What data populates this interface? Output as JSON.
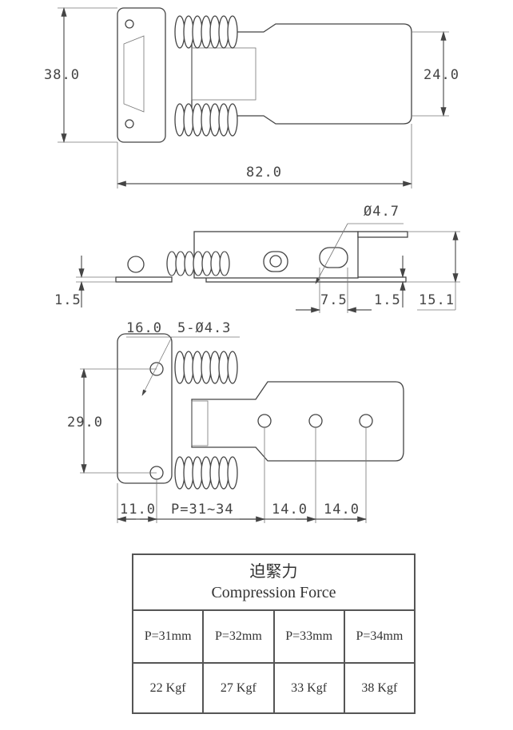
{
  "top_view": {
    "height_dim": "38.0",
    "slot_dim": "24.0",
    "length_dim": "82.0"
  },
  "side_view": {
    "hole_dim": "Ø4.7",
    "base_thickness_left": "1.5",
    "slot_width": "7.5",
    "base_thickness_right": "1.5",
    "height_dim": "15.1"
  },
  "bottom_view": {
    "offset_dim": "16.0",
    "holes_dim": "5-Ø4.3",
    "hole_spacing_dim": "29.0",
    "edge_dim": "11.0",
    "p_dim": "P=31~34",
    "pitch_1": "14.0",
    "pitch_2": "14.0"
  },
  "table": {
    "title_cn": "迫緊力",
    "title_en": "Compression Force",
    "columns": [
      "P=31mm",
      "P=32mm",
      "P=33mm",
      "P=34mm"
    ],
    "values": [
      "22 Kgf",
      "27 Kgf",
      "33 Kgf",
      "38 Kgf"
    ]
  }
}
